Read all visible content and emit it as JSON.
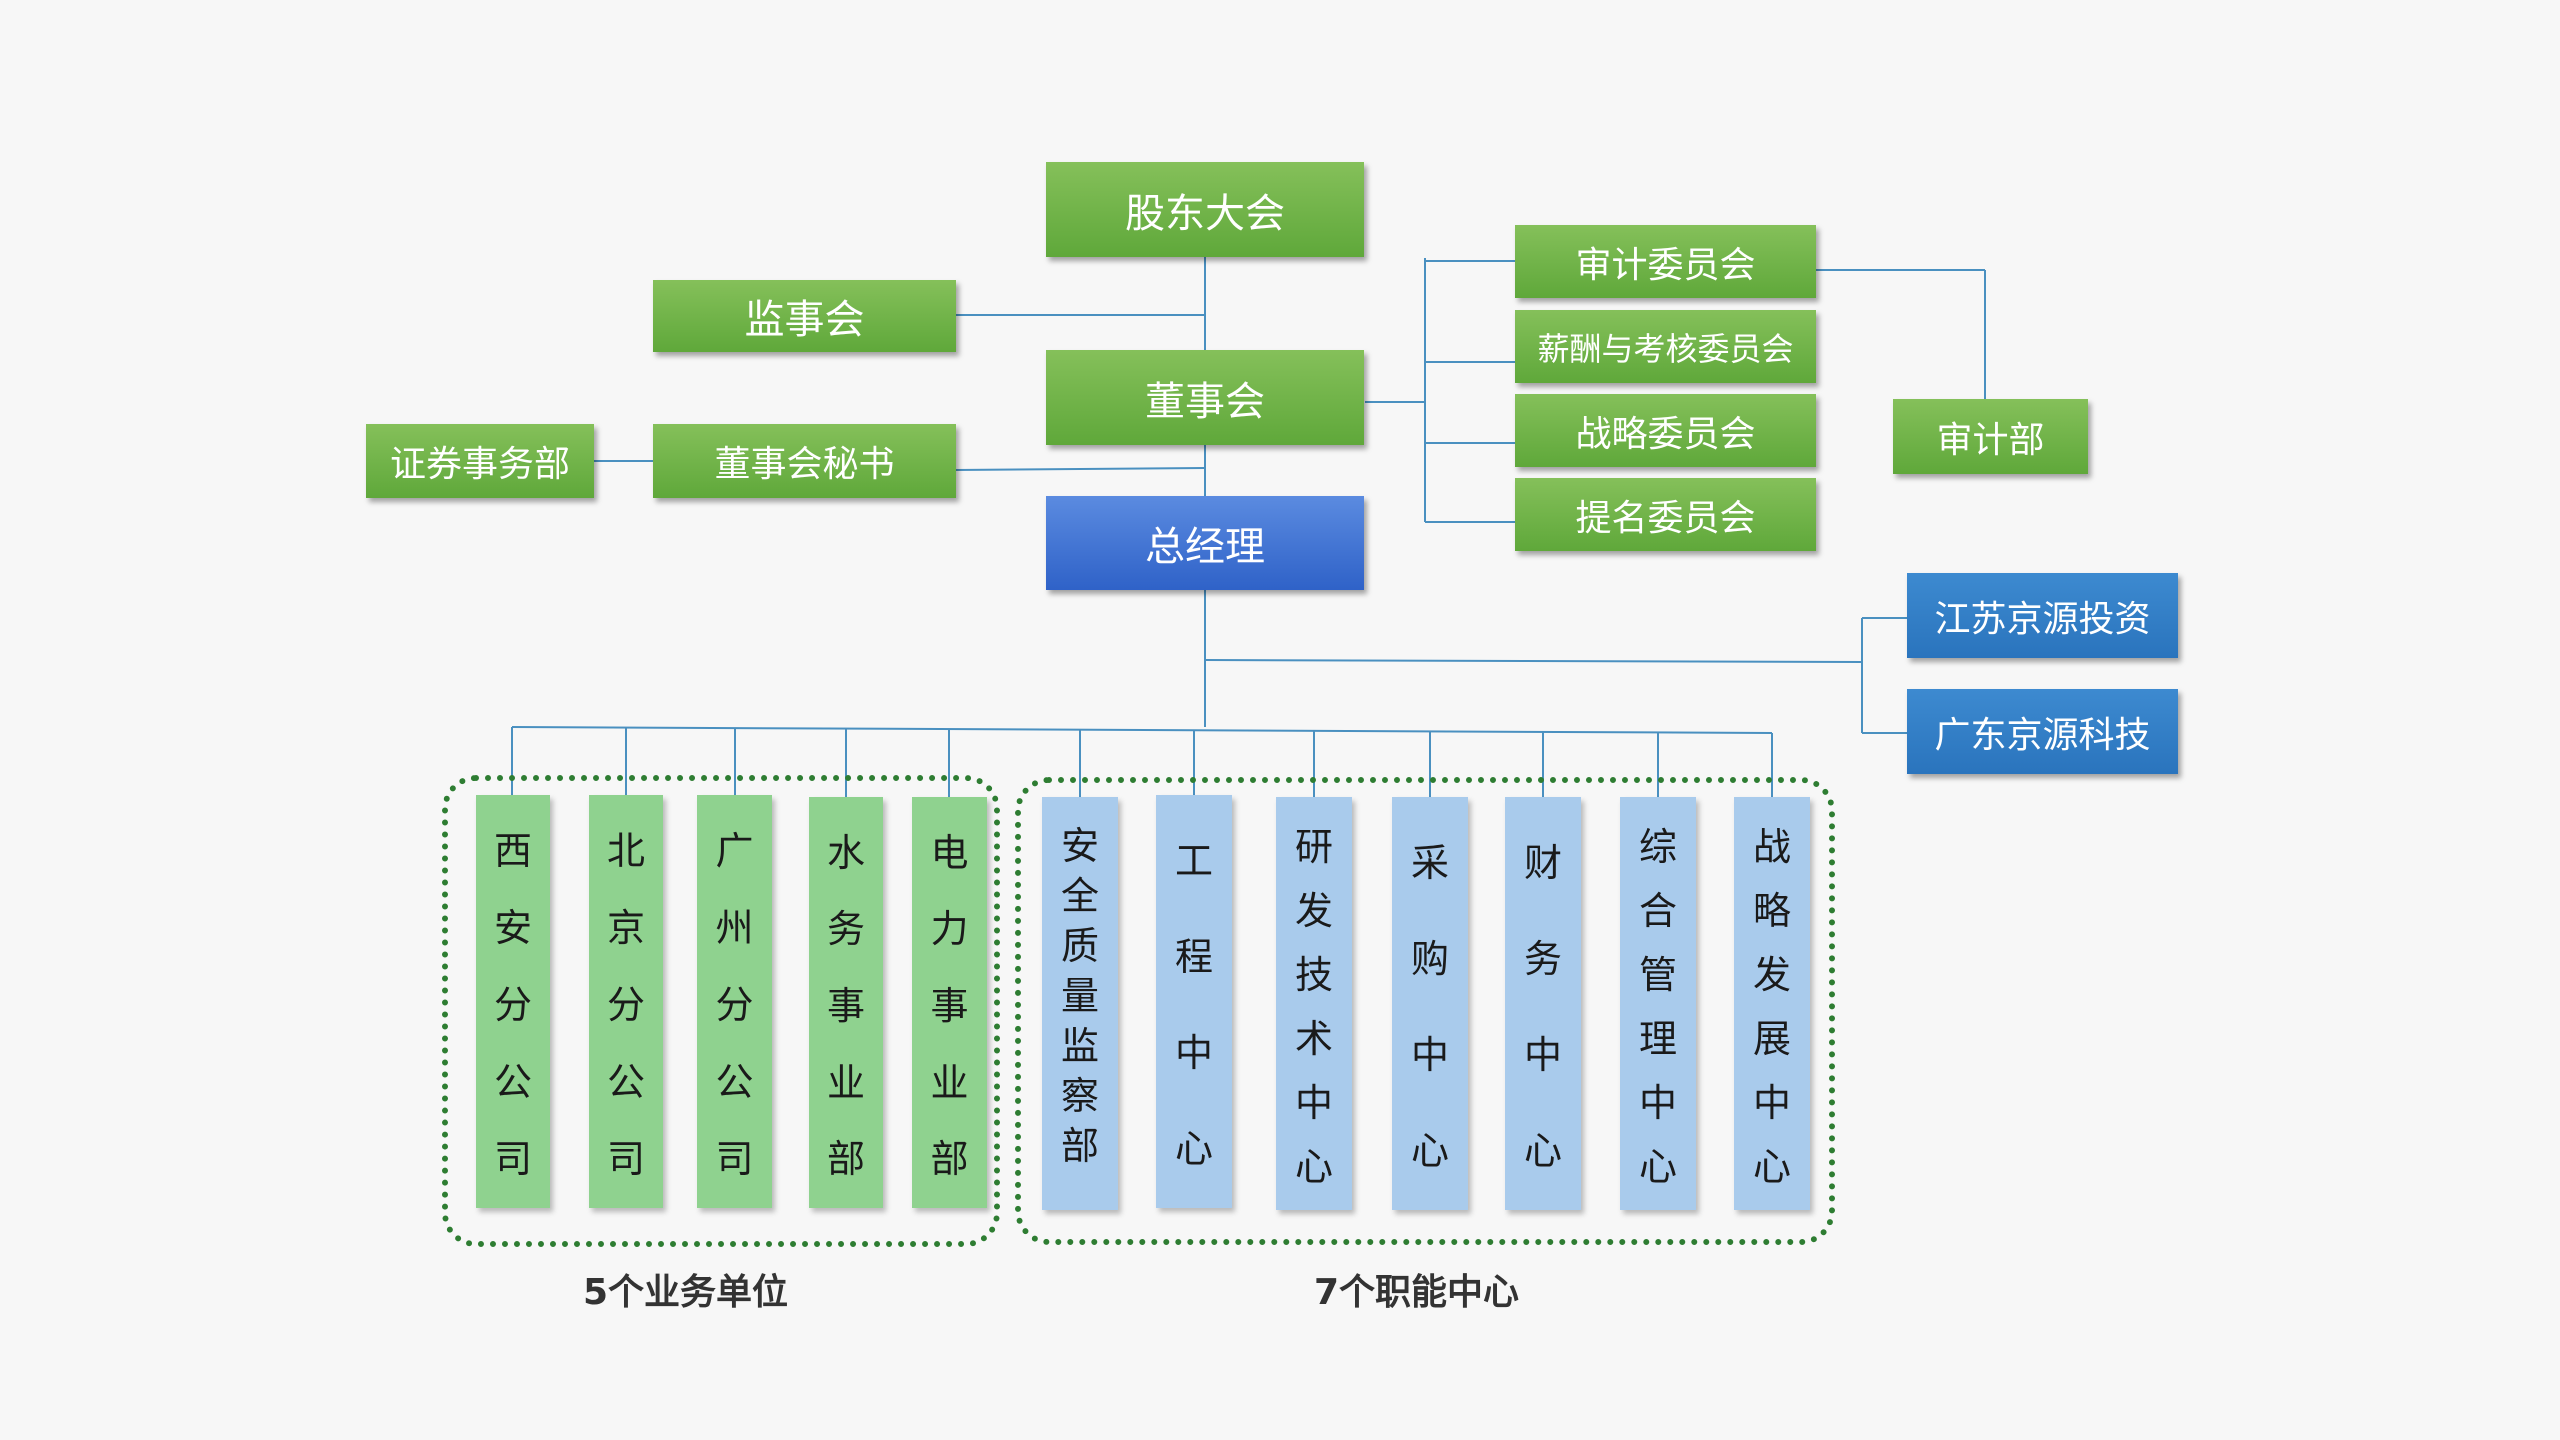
{
  "top": {
    "shareholders": "股东大会",
    "supervisory_board": "监事会",
    "board": "董事会",
    "securities_dept": "证券事务部",
    "board_secretary": "董事会秘书",
    "general_manager": "总经理"
  },
  "committees": [
    "审计委员会",
    "薪酬与考核委员会",
    "战略委员会",
    "提名委员会"
  ],
  "audit_dept": "审计部",
  "subsidiaries": [
    "江苏京源投资",
    "广东京源科技"
  ],
  "business_units": {
    "label": "5个业务单位",
    "items": [
      "西安分公司",
      "北京分公司",
      "广州分公司",
      "水务事业部",
      "电力事业部"
    ]
  },
  "functional_centers": {
    "label": "7个职能中心",
    "items": [
      "安全质量监察部",
      "工程中心",
      "研发技术中心",
      "采购中心",
      "财务中心",
      "综合管理中心",
      "战略发展中心"
    ]
  },
  "colors": {
    "green": "#6db447",
    "blue": "#3b6fd4",
    "steel_blue": "#2e7bc4",
    "unit_green": "#8fd28f",
    "center_blue": "#a9cbec",
    "line": "#4a90c0",
    "dotted_border": "#2e7d32"
  }
}
